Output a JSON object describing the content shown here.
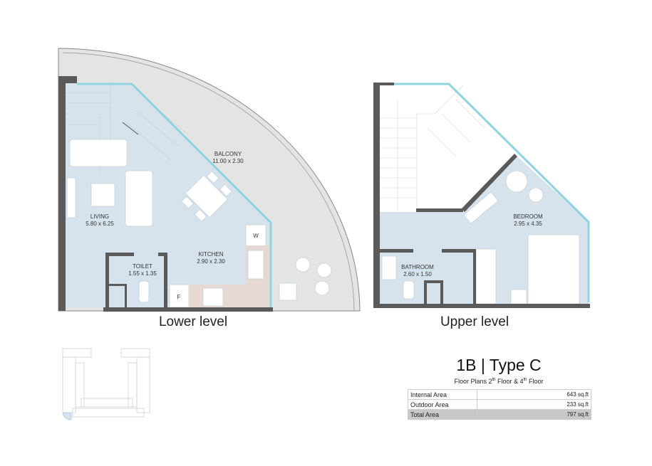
{
  "lower": {
    "caption": "Lower level",
    "rooms": [
      {
        "name": "BALCONY",
        "size": "11.00 x 2.30"
      },
      {
        "name": "LIVING",
        "size": "5.80 x 6.25"
      },
      {
        "name": "KITCHEN",
        "size": "2.90 x 2.30"
      },
      {
        "name": "TOILET",
        "size": "1.55 x 1.35"
      }
    ],
    "appliance_labels": {
      "washer": "W",
      "fridge": "F"
    }
  },
  "upper": {
    "caption": "Upper level",
    "rooms": [
      {
        "name": "BEDROOM",
        "size": "2.95 x 4.35"
      },
      {
        "name": "BATHROOM",
        "size": "2.60 x 1.50"
      }
    ]
  },
  "unit": {
    "title": "1B | Type  C",
    "subtitle_prefix": "Floor Plans  2",
    "sup1": "th",
    "subtitle_mid": " Floor & 4",
    "sup2": "th",
    "subtitle_suffix": " Floor"
  },
  "areas": [
    {
      "label": "Internal Area",
      "value": "643 sq.ft"
    },
    {
      "label": "Outdoor Area",
      "value": "233 sq.ft"
    },
    {
      "label": "Total Area",
      "value": "797 sq.ft"
    }
  ],
  "colors": {
    "room_fill": "#d7e3ec",
    "balcony_fill": "#e4e5e2",
    "wall": "#5a5a5a",
    "glazing": "#8fd3df",
    "kitchen_counter": "#e6d9d3",
    "total_row": "#c8c8c8"
  }
}
